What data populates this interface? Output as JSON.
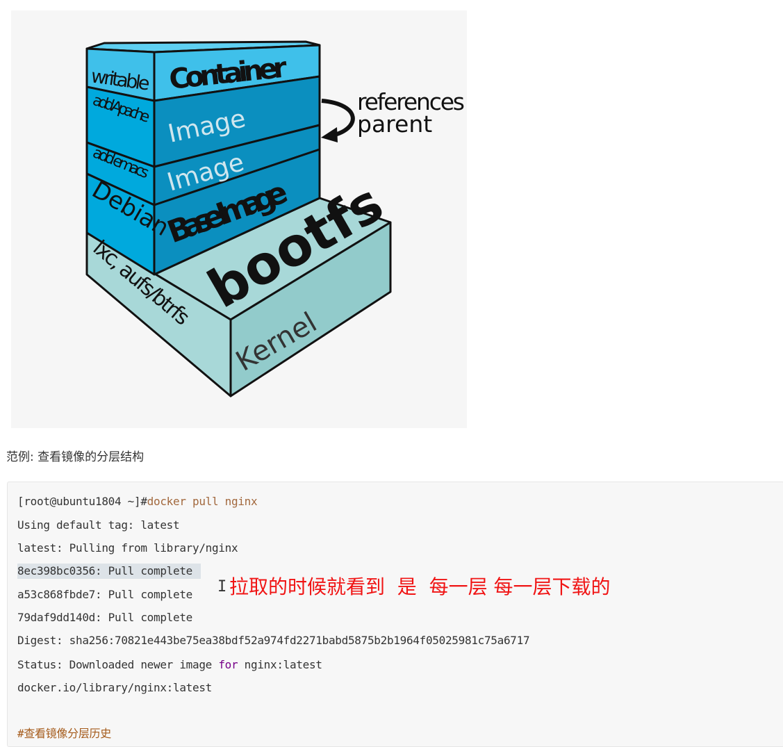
{
  "figure": {
    "layers": {
      "container_left": "writable",
      "container_right": "Container",
      "image1_left": "add Apache",
      "image1_right": "Image",
      "image2_left": "add emacs",
      "image2_right": "Image",
      "base_left": "Debian",
      "base_right": "Base Image",
      "bootfs": "bootfs",
      "kernel_left": "lxc, aufs/btrfs",
      "kernel_right": "Kernel"
    },
    "references_line1": "references",
    "references_line2": "parent",
    "colors": {
      "container": "#3fc0ea",
      "image": "#0b8fbf",
      "side": "#00a9dd",
      "slab_top": "#a8d8d8",
      "slab_side": "#92cbcb"
    }
  },
  "caption": "范例: 查看镜像的分层结构",
  "code": {
    "prompt": "[root@ubuntu1804 ~]#",
    "command": "docker pull nginx",
    "lines": [
      "Using default tag: latest",
      "latest: Pulling from library/nginx",
      "8ec398bc0356: Pull complete",
      "a53c868fbde7: Pull complete",
      "79daf9dd140d: Pull complete",
      "Digest: sha256:70821e443be75ea38bdf52a974fd2271babd5875b2b1964f05025981c75a6717"
    ],
    "status_pre": "Status: Downloaded newer image ",
    "status_kw": "for",
    "status_post": " nginx:latest",
    "final": "docker.io/library/nginx:latest",
    "comment": "#查看镜像分层历史"
  },
  "annotation": "拉取的时候就看到  是  每一层 每一层下载的"
}
